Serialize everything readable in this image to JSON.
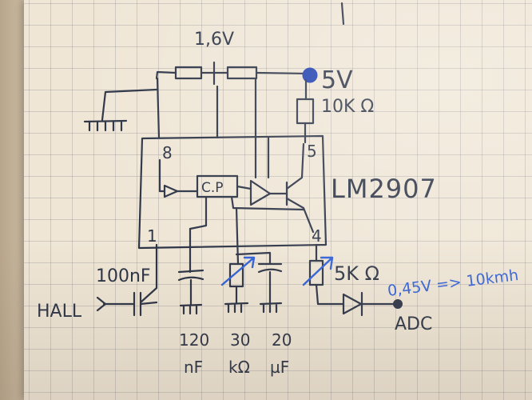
{
  "labels": {
    "top_voltage": "1,6V",
    "supply": "5V",
    "resistor_top": "10K Ω",
    "pin_8": "8",
    "pin_5": "5",
    "pin_1": "1",
    "pin_4": "4",
    "chip_name": "LM2907",
    "cp_block": "C.P",
    "input_cap": "100nF",
    "input": "HALL",
    "pot": "5K Ω",
    "output": "ADC",
    "note": "0,45V => 10kmh",
    "val_c": "120",
    "val_r": "30",
    "val_c2": "20",
    "unit_c": "nF",
    "unit_r": "kΩ",
    "unit_c2": "µF"
  },
  "colors": {
    "ink": "#2c3446",
    "blue_ink": "#2f5fd8",
    "paper": "#efe6d6"
  }
}
